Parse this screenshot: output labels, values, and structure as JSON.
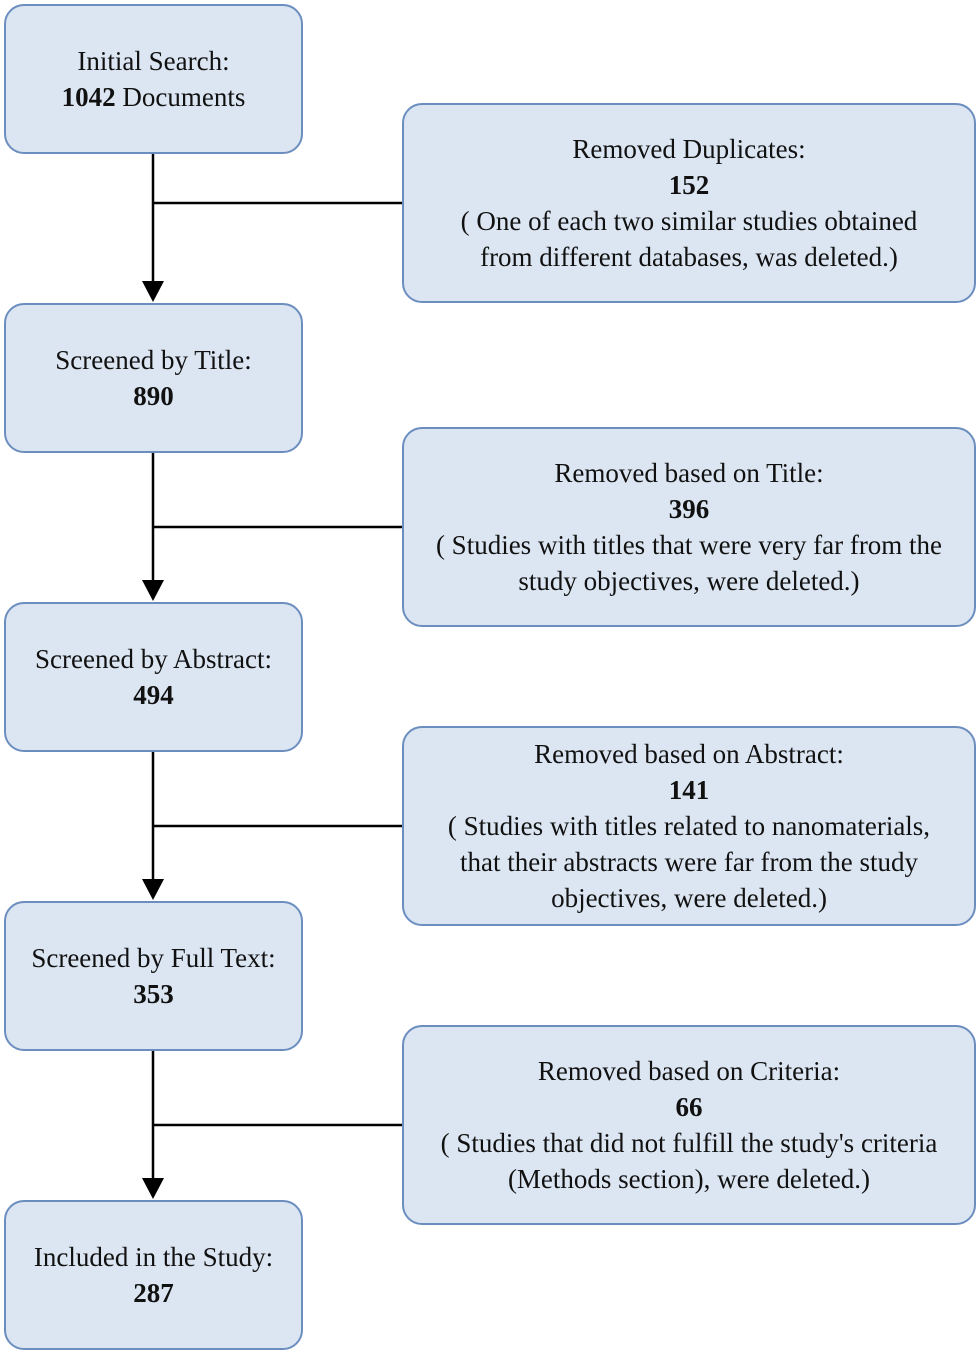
{
  "stages": [
    {
      "label": "Initial Search:",
      "count": "1042",
      "suffix": " Documents"
    },
    {
      "label": "Screened by Title:",
      "count": "890"
    },
    {
      "label": "Screened by Abstract:",
      "count": "494"
    },
    {
      "label": "Screened by Full Text:",
      "count": "353"
    },
    {
      "label": "Included in the Study:",
      "count": "287"
    }
  ],
  "removals": [
    {
      "label": "Removed Duplicates:",
      "count": "152",
      "note_lines": [
        "( One of each two similar studies obtained",
        "from different databases, was deleted.)"
      ]
    },
    {
      "label": "Removed based on Title:",
      "count": "396",
      "note_lines": [
        "( Studies with titles that were very far from the",
        "study objectives, were deleted.)"
      ]
    },
    {
      "label": "Removed based on Abstract:",
      "count": "141",
      "note_lines": [
        "( Studies with titles related to nanomaterials,",
        "that their abstracts were far from the study",
        "objectives, were deleted.)"
      ]
    },
    {
      "label": "Removed based on Criteria:",
      "count": "66",
      "note_lines": [
        "( Studies that did not fulfill the study's criteria",
        "(Methods section), were deleted.)"
      ]
    }
  ],
  "colors": {
    "box_fill": "#dce6f2",
    "box_border": "#6c8ebf",
    "line": "#000000"
  }
}
